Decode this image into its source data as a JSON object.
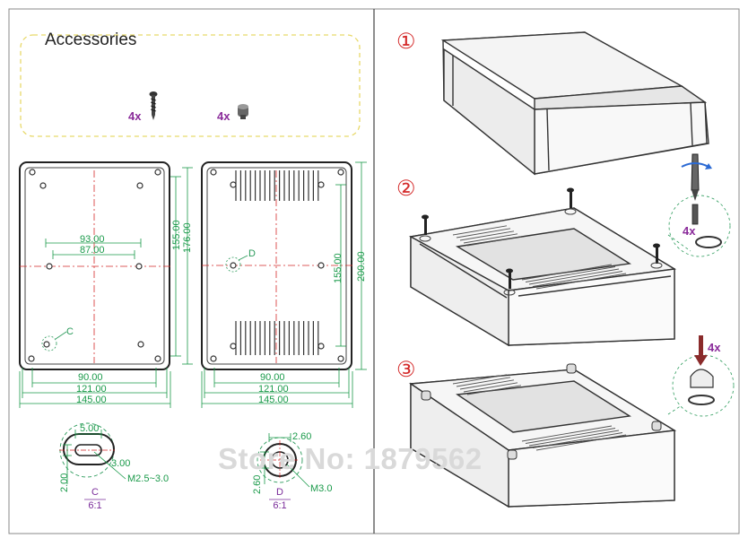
{
  "accessories": {
    "title": "Accessories",
    "screw_qty": "4x",
    "foot_qty": "4x"
  },
  "drawing": {
    "front": {
      "width_outer": "145.00",
      "width_mid": "121.00",
      "width_inner": "90.00",
      "hole_span_a": "93.00",
      "hole_span_b": "87.00",
      "height_inner": "155.00",
      "height_outer": "176.00",
      "hole_ref": "C"
    },
    "back": {
      "width_outer": "145.00",
      "width_mid": "121.00",
      "width_inner": "90.00",
      "height_inner": "155.00",
      "height_outer": "200.00",
      "hole_ref": "D"
    },
    "detail_c": {
      "width": "5.00",
      "width_right": "3.00",
      "height": "2.00",
      "callout": "M2.5~3.0",
      "label": "C",
      "scale": "6:1"
    },
    "detail_d": {
      "width": "2.60",
      "height": "2.60",
      "callout": "M3.0",
      "label": "D",
      "scale": "6:1"
    }
  },
  "assembly": {
    "step1": "①",
    "step2": "②",
    "step3": "③",
    "screw_qty": "4x",
    "foot_qty": "4x"
  },
  "watermark": "Store No: 1879562",
  "colors": {
    "dimension": "#1a9a4a",
    "quantity": "#8a2b9a",
    "step": "#d42a2a",
    "centerline": "#d42a2a",
    "accessory_frame": "#e8d96a",
    "arrow": "#8a2b2b"
  }
}
